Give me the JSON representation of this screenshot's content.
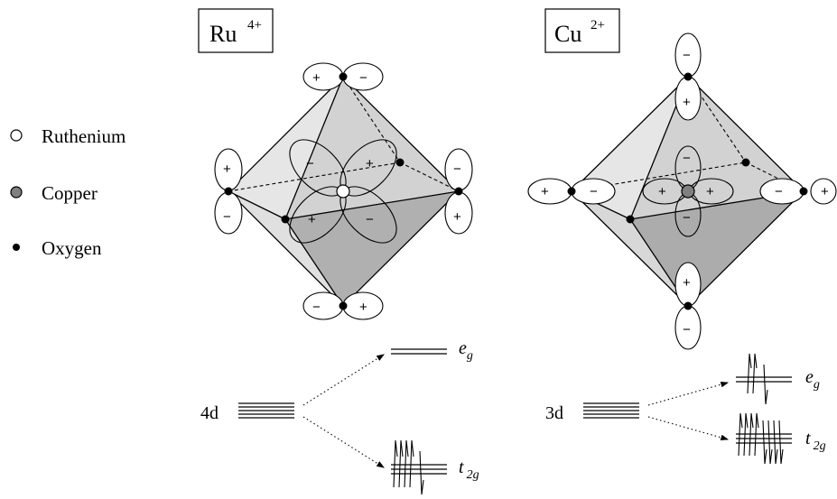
{
  "legend": {
    "ruthenium": "Ruthenium",
    "copper": "Copper",
    "oxygen": "Oxygen"
  },
  "ru": {
    "symbol": "Ru",
    "charge": "4+",
    "level_label": "4d",
    "eg_label": "e",
    "eg_sub": "g",
    "t2g_label": "t",
    "t2g_sub": "2g"
  },
  "cu": {
    "symbol": "Cu",
    "charge": "2+",
    "level_label": "3d",
    "eg_label": "e",
    "eg_sub": "g",
    "t2g_label": "t",
    "t2g_sub": "2g"
  },
  "signs": {
    "plus": "+",
    "minus": "−"
  },
  "colors": {
    "ruthenium_fill": "#ffffff",
    "copper_fill": "#808080",
    "oxygen_fill": "#000000",
    "face_light": "#ededed",
    "face_mid": "#d6d6d6",
    "face_dark": "#b4b4b4"
  }
}
